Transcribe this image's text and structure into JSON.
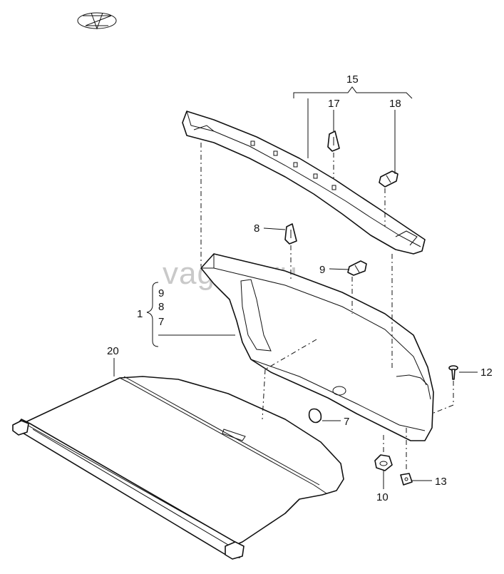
{
  "watermark": "vagtec.ru",
  "callouts": {
    "p1": "1",
    "p7a": "7",
    "p7b": "7",
    "p8a": "8",
    "p8b": "8",
    "p9a": "9",
    "p9b": "9",
    "p10": "10",
    "p12": "12",
    "p13": "13",
    "p15": "15",
    "p17": "17",
    "p18": "18",
    "p20": "20"
  }
}
